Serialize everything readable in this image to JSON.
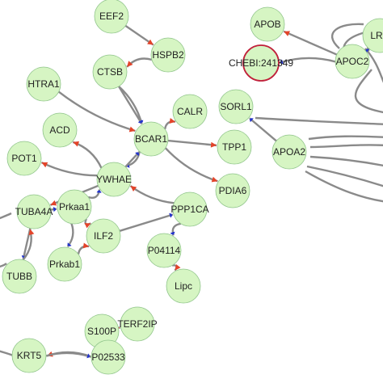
{
  "graph": {
    "nodes": [
      {
        "id": "EEF2",
        "label": "EEF2"
      },
      {
        "id": "HSPB2",
        "label": "HSPB2"
      },
      {
        "id": "CTSB",
        "label": "CTSB"
      },
      {
        "id": "HTRA1",
        "label": "HTRA1"
      },
      {
        "id": "CALR",
        "label": "CALR"
      },
      {
        "id": "ACD",
        "label": "ACD"
      },
      {
        "id": "BCAR1",
        "label": "BCAR1"
      },
      {
        "id": "TPP1",
        "label": "TPP1"
      },
      {
        "id": "POT1",
        "label": "POT1"
      },
      {
        "id": "YWHAE",
        "label": "YWHAE"
      },
      {
        "id": "PDIA6",
        "label": "PDIA6"
      },
      {
        "id": "TUBA4A",
        "label": "TUBA4A"
      },
      {
        "id": "Prkaa1",
        "label": "Prkaa1"
      },
      {
        "id": "PPP1CA",
        "label": "PPP1CA"
      },
      {
        "id": "ILF2",
        "label": "ILF2"
      },
      {
        "id": "P04114",
        "label": "P04114"
      },
      {
        "id": "Prkab1",
        "label": "Prkab1"
      },
      {
        "id": "TUBB",
        "label": "TUBB"
      },
      {
        "id": "Lipc",
        "label": "Lipc"
      },
      {
        "id": "TERF2IP",
        "label": "TERF2IP"
      },
      {
        "id": "S100P",
        "label": "S100P"
      },
      {
        "id": "KRT5",
        "label": "KRT5"
      },
      {
        "id": "P02533",
        "label": "P02533"
      },
      {
        "id": "APOB",
        "label": "APOB"
      },
      {
        "id": "CHEBI",
        "label": "CHEBI:241349",
        "kind": "chebi"
      },
      {
        "id": "APOC2",
        "label": "APOC2"
      },
      {
        "id": "LRP",
        "label": "LRP"
      },
      {
        "id": "SORL1",
        "label": "SORL1"
      },
      {
        "id": "APOA2",
        "label": "APOA2"
      }
    ],
    "edges": [
      {
        "from": "EEF2",
        "to": "HSPB2",
        "end": "arrow"
      },
      {
        "from": "HSPB2",
        "to": "CTSB",
        "end": "arrow"
      },
      {
        "from": "CTSB",
        "to": "BCAR1",
        "end": "dot"
      },
      {
        "from": "CTSB",
        "to": "BCAR1",
        "end": "dot"
      },
      {
        "from": "HTRA1",
        "to": "BCAR1",
        "end": "arrow"
      },
      {
        "from": "BCAR1",
        "to": "CALR",
        "end": "arrow"
      },
      {
        "from": "BCAR1",
        "to": "TPP1",
        "end": "arrow"
      },
      {
        "from": "BCAR1",
        "to": "PDIA6",
        "end": "arrow"
      },
      {
        "from": "BCAR1",
        "to": "YWHAE",
        "end": "dot"
      },
      {
        "from": "YWHAE",
        "to": "BCAR1",
        "end": "dot"
      },
      {
        "from": "YWHAE",
        "to": "ACD",
        "end": "arrow"
      },
      {
        "from": "YWHAE",
        "to": "POT1",
        "end": "arrow"
      },
      {
        "from": "YWHAE",
        "to": "TUBA4A",
        "end": "arrow"
      },
      {
        "from": "Prkaa1",
        "to": "YWHAE",
        "end": "dot"
      },
      {
        "from": "PPP1CA",
        "to": "YWHAE",
        "end": "arrow"
      },
      {
        "from": "TUBA4A",
        "to": "Prkaa1",
        "end": "dot"
      },
      {
        "from": "Prkaa1",
        "to": "ILF2",
        "end": "arrow"
      },
      {
        "from": "Prkaa1",
        "to": "Prkab1",
        "end": "dot"
      },
      {
        "from": "TUBA4A",
        "to": "TUBB",
        "end": "dot"
      },
      {
        "from": "TUBB",
        "to": "TUBA4A",
        "end": "arrow"
      },
      {
        "from": "Prkab1",
        "to": "ILF2",
        "end": "arrow"
      },
      {
        "from": "ILF2",
        "to": "PPP1CA",
        "end": "dot"
      },
      {
        "from": "PPP1CA",
        "to": "P04114",
        "end": "dot"
      },
      {
        "from": "P04114",
        "to": "Lipc",
        "end": "arrow"
      },
      {
        "from": "S100P",
        "to": "TERF2IP",
        "end": "arrow"
      },
      {
        "from": "P02533",
        "to": "KRT5",
        "end": "arrow"
      },
      {
        "from": "KRT5",
        "to": "P02533",
        "end": "dot"
      },
      {
        "from": "APOC2",
        "to": "APOB",
        "end": "arrow"
      },
      {
        "from": "APOC2",
        "to": "CHEBI",
        "end": "dot"
      },
      {
        "from": "LRP",
        "to": "APOC2",
        "end": "dot"
      },
      {
        "from": "APOA2",
        "to": "SORL1",
        "end": "dot"
      }
    ]
  }
}
